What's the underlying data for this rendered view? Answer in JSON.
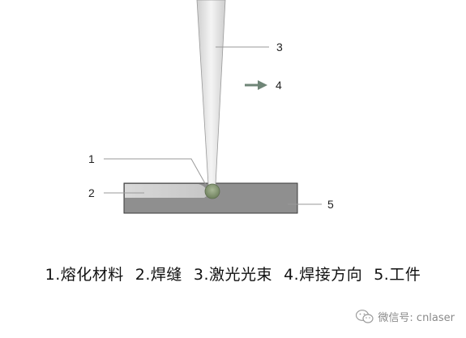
{
  "diagram": {
    "callouts": [
      "1",
      "2",
      "3",
      "4",
      "5"
    ],
    "legend": [
      "1.熔化材料",
      "2.焊缝",
      "3.激光光束",
      "4.焊接方向",
      "5.工件"
    ]
  },
  "watermark": {
    "icon": "wechat-icon",
    "text": "微信号: cnlaser"
  },
  "colors": {
    "workpiece": "#8f8f8f",
    "weld_seam": "#d2d2d2",
    "beam": "#e6e6e6",
    "melt_pool": "#7d8f6c",
    "arrow": "#6f8577",
    "leader": "#9a9a9a"
  }
}
